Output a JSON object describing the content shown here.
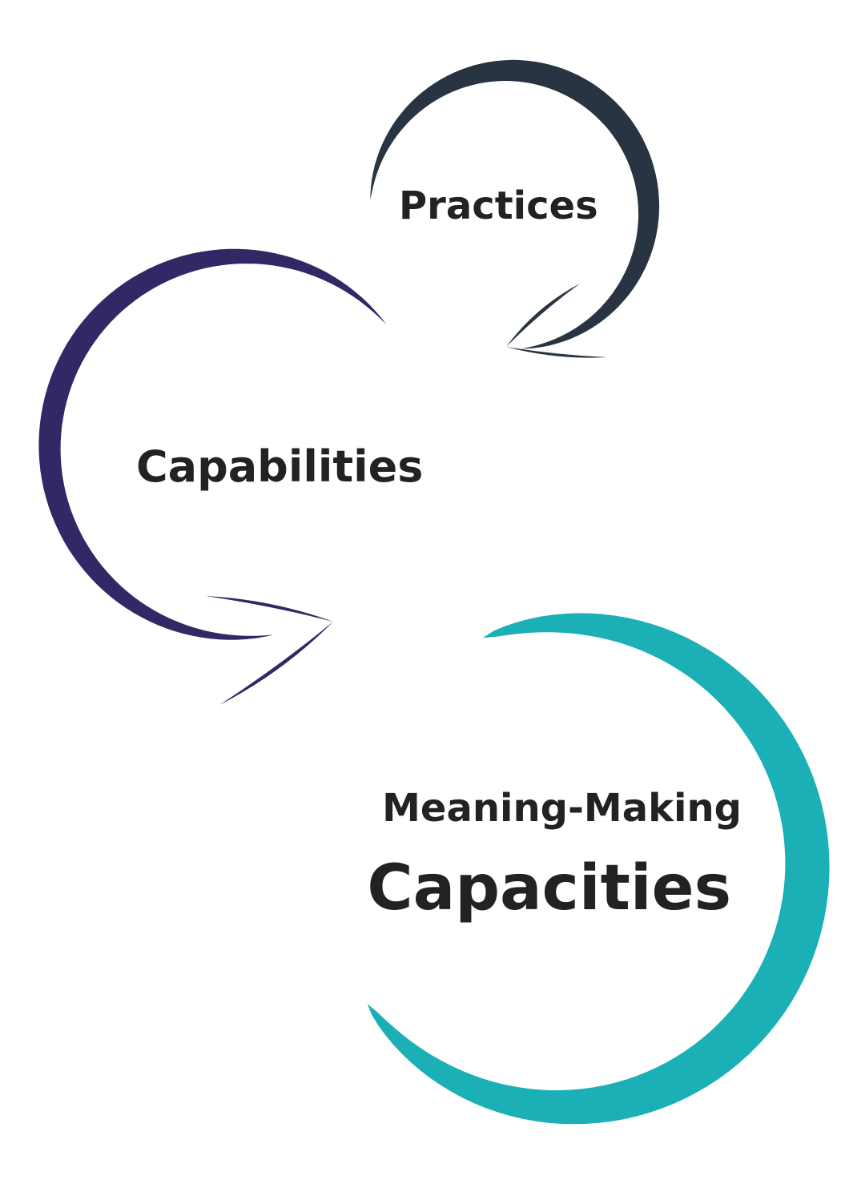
{
  "diagram": {
    "nodes": [
      {
        "id": "practices",
        "label": "Practices",
        "color": "#283441"
      },
      {
        "id": "capabilities",
        "label": "Capabilities",
        "color": "#302966"
      },
      {
        "id": "capacities",
        "label_line1": "Meaning-Making",
        "label_line2": "Capacities",
        "color": "#1bafb6"
      }
    ],
    "edges": [
      {
        "from": "practices",
        "to": "capabilities",
        "style": "curved-arrow"
      },
      {
        "from": "capabilities",
        "to": "capacities",
        "style": "curved-arrow"
      }
    ]
  }
}
